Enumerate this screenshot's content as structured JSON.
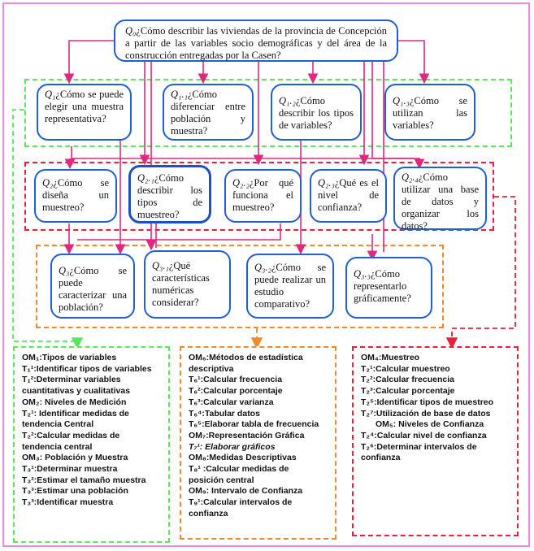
{
  "root_question": {
    "label": "Q₀",
    "text": "¿Cómo describir las viviendas de la provincia de Concepción a partir de las variables socio demográficas y del área de la construcción entregadas por la Casen?"
  },
  "level1": [
    {
      "label": "Q₁",
      "text": "¿Cómo se puede elegir una muestra representativa?"
    },
    {
      "label": "Q₁.₁",
      "text": "¿Cómo diferenciar entre población y muestra?"
    },
    {
      "label": "Q₁.₂",
      "text": "¿Cómo describir los tipos de variables?"
    },
    {
      "label": "Q₁.₃",
      "text": "¿Cómo se utilizan las variables?"
    }
  ],
  "level2": [
    {
      "label": "Q₂",
      "text": "¿Cómo se diseña un muestreo?"
    },
    {
      "label": "Q₂.₁",
      "text": "¿Cómo describir los tipos de muestreo?"
    },
    {
      "label": "Q₂.₂",
      "text": "¿Por qué funciona el muestreo?"
    },
    {
      "label": "Q₂.₃",
      "text": "¿Qué es el nivel de confianza?"
    },
    {
      "label": "Q₂.₄",
      "text": "¿Cómo utilizar una base de datos y organizar los datos?"
    }
  ],
  "level3": [
    {
      "label": "Q₃",
      "text": "¿Cómo se puede caracterizar una población?"
    },
    {
      "label": "Q₃.₁",
      "text": "¿Qué características numéricas considerar?"
    },
    {
      "label": "Q₃.₂",
      "text": "¿Cómo se puede realizar un estudio comparativo?"
    },
    {
      "label": "Q₃.₃",
      "text": "¿Cómo representarlo gráficamente?"
    }
  ],
  "panels": {
    "green": [
      "OM₁:Tipos de variables",
      "T₁¹:Identificar tipos de variables",
      "T₁²:Determinar variables",
      "cuantitativas y cualitativas",
      "OM₂: Niveles de Medición",
      "T₂¹: Identificar medidas de",
      "tendencia Central",
      "T₂²:Calcular medidas de",
      "tendencia central",
      "OM₃: Población y Muestra",
      "T₃¹:Determinar muestra",
      "T₃²:Estimar el tamaño muestra",
      "T₃³:Estimar una población",
      "T₃³:Identificar muestra"
    ],
    "orange": [
      "OM₆:Métodos de estadística",
      "descriptiva",
      "T₆¹:Calcular frecuencia",
      "T₆²:Calcular porcentaje",
      "T₆³:Calcular varianza",
      "T₆⁴:Tabular datos",
      "T₆⁵:Elaborar tabla de frecuencia",
      "OM₇:Representación Gráfica",
      "T₇¹: Elaborar gráficos",
      "OM₈:Medidas Descriptivas",
      "T₈¹ :Calcular medidas de",
      "posición central",
      "OM₉: Intervalo de Confianza",
      "T₉¹:Calcular intervalos de",
      "confianza"
    ],
    "red": [
      "OM₄:Muestreo",
      "T₂¹:Calcular muestreo",
      "T₂²:Calcular frecuencia",
      "T₂³:Calcular porcentaje",
      "T₂⁵:Identificar tipos de muestreo",
      "T₂⁷:Utilización de base de datos",
      "OM₅: Niveles de Confianza",
      "T₂⁴:Calcular nivel de confianza",
      "T₂⁶:Determinar intervalos de",
      "confianza"
    ]
  },
  "colors": {
    "frame": "#e98be0",
    "question_border": "#1f5fd6",
    "arrow": "#e0287f",
    "green": "#5ce65c",
    "red": "#e8213a",
    "orange": "#f08a30"
  }
}
